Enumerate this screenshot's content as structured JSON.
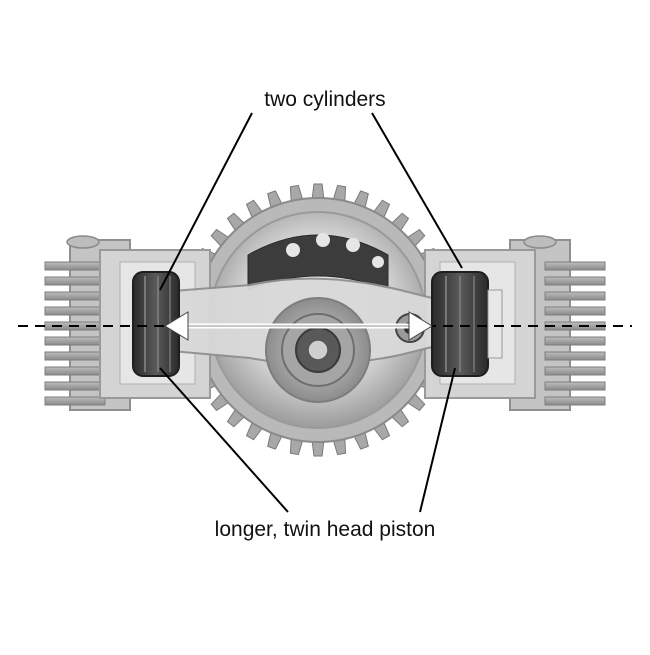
{
  "labels": {
    "top": "two cylinders",
    "bottom": "longer, twin head piston"
  },
  "colors": {
    "background": "#ffffff",
    "metal_light": "#d9d9d9",
    "metal_mid": "#a9a9a9",
    "metal_dark": "#6f6f6f",
    "piston": "#3a3a3a",
    "leader": "#000000",
    "arrow": "#ffffff"
  },
  "icons": {
    "arrow": "double-headed-arrow",
    "axis": "dashed-centerline"
  }
}
